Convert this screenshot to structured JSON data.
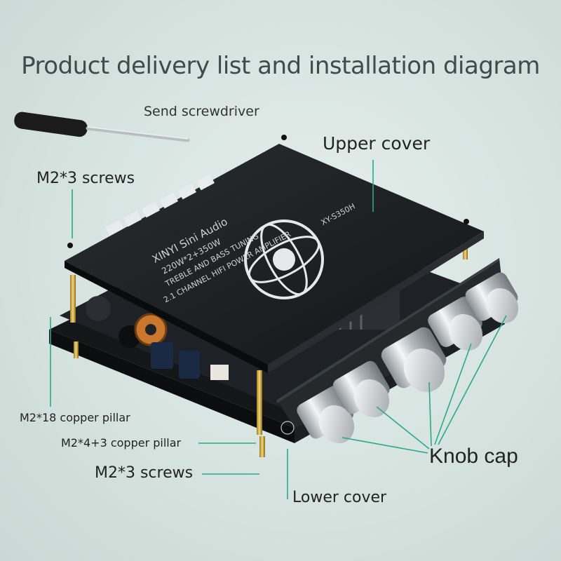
{
  "title": "Product delivery list and installation diagram",
  "labels": {
    "screwdriver": "Send screwdriver",
    "upper_cover": "Upper cover",
    "m2_3_screws_top": "M2*3 screws",
    "m2_18_pillar": "M2*18 copper pillar",
    "m2_4_3_pillar": "M2*4+3 copper pillar",
    "m2_3_screws_bottom": "M2*3 screws",
    "lower_cover": "Lower cover",
    "knob_cap": "Knob cap"
  },
  "board_print": {
    "brand": "XINYI Sini Audio",
    "power": "220W*2+350W",
    "tuning": "TREBLE AND BASS TUNING",
    "channel": "2.1 CHANNEL HIFI POWER AMPLIFIER",
    "model": "XY-S350H"
  },
  "colors": {
    "background": "#d6e3df",
    "leader_line": "#2aa88e",
    "board": "#1c1e20",
    "knob": "#d9dcde"
  }
}
